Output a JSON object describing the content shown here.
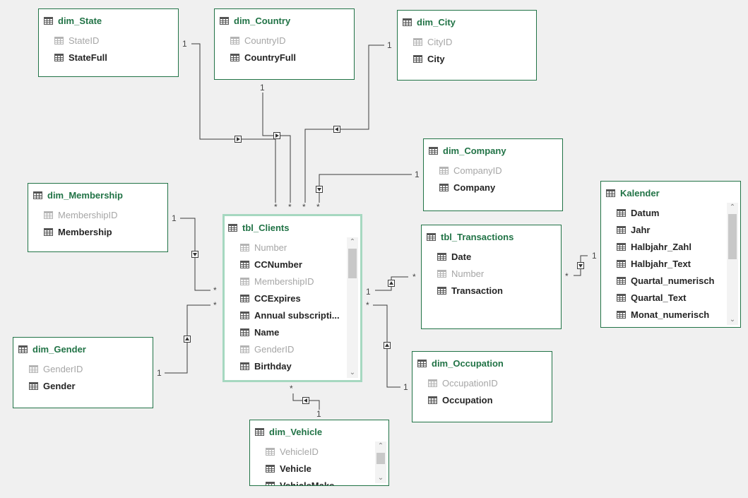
{
  "tables": {
    "dim_state": {
      "title": "dim_State",
      "fields": [
        {
          "label": "StateID",
          "hidden": true
        },
        {
          "label": "StateFull",
          "hidden": false
        }
      ]
    },
    "dim_country": {
      "title": "dim_Country",
      "fields": [
        {
          "label": "CountryID",
          "hidden": true
        },
        {
          "label": "CountryFull",
          "hidden": false
        }
      ]
    },
    "dim_city": {
      "title": "dim_City",
      "fields": [
        {
          "label": "CityID",
          "hidden": true
        },
        {
          "label": "City",
          "hidden": false
        }
      ]
    },
    "dim_company": {
      "title": "dim_Company",
      "fields": [
        {
          "label": "CompanyID",
          "hidden": true
        },
        {
          "label": "Company",
          "hidden": false
        }
      ]
    },
    "dim_membership": {
      "title": "dim_Membership",
      "fields": [
        {
          "label": "MembershipID",
          "hidden": true
        },
        {
          "label": "Membership",
          "hidden": false
        }
      ]
    },
    "tbl_clients": {
      "title": "tbl_Clients",
      "fields": [
        {
          "label": "Number",
          "hidden": true
        },
        {
          "label": "CCNumber",
          "hidden": false
        },
        {
          "label": "MembershipID",
          "hidden": true
        },
        {
          "label": "CCExpires",
          "hidden": false
        },
        {
          "label": "Annual subscripti...",
          "hidden": false
        },
        {
          "label": "Name",
          "hidden": false
        },
        {
          "label": "GenderID",
          "hidden": true
        },
        {
          "label": "Birthday",
          "hidden": false
        }
      ]
    },
    "tbl_transactions": {
      "title": "tbl_Transactions",
      "fields": [
        {
          "label": "Date",
          "hidden": false
        },
        {
          "label": "Number",
          "hidden": true
        },
        {
          "label": "Transaction",
          "hidden": false
        }
      ]
    },
    "kalender": {
      "title": "Kalender",
      "fields": [
        {
          "label": "Datum",
          "hidden": false
        },
        {
          "label": "Jahr",
          "hidden": false
        },
        {
          "label": "Halbjahr_Zahl",
          "hidden": false
        },
        {
          "label": "Halbjahr_Text",
          "hidden": false
        },
        {
          "label": "Quartal_numerisch",
          "hidden": false
        },
        {
          "label": "Quartal_Text",
          "hidden": false
        },
        {
          "label": "Monat_numerisch",
          "hidden": false
        }
      ]
    },
    "dim_gender": {
      "title": "dim_Gender",
      "fields": [
        {
          "label": "GenderID",
          "hidden": true
        },
        {
          "label": "Gender",
          "hidden": false
        }
      ]
    },
    "dim_occupation": {
      "title": "dim_Occupation",
      "fields": [
        {
          "label": "OccupationID",
          "hidden": true
        },
        {
          "label": "Occupation",
          "hidden": false
        }
      ]
    },
    "dim_vehicle": {
      "title": "dim_Vehicle",
      "fields": [
        {
          "label": "VehicleID",
          "hidden": true
        },
        {
          "label": "Vehicle",
          "hidden": false
        },
        {
          "label": "VehicleMake",
          "hidden": false
        }
      ]
    }
  },
  "cardinality": {
    "one": "1",
    "many": "*"
  },
  "colors": {
    "accent": "#217346",
    "selected_border": "#a6d8c0",
    "line": "#3c3c3c",
    "background": "#f0f0f0",
    "hidden_text": "#a6a6a6"
  },
  "icons": {
    "table": "table-icon",
    "field": "field-icon",
    "filter_arrow": "filter-direction-icon",
    "scroll_up": "chevron-up-icon",
    "scroll_down": "chevron-down-icon"
  }
}
